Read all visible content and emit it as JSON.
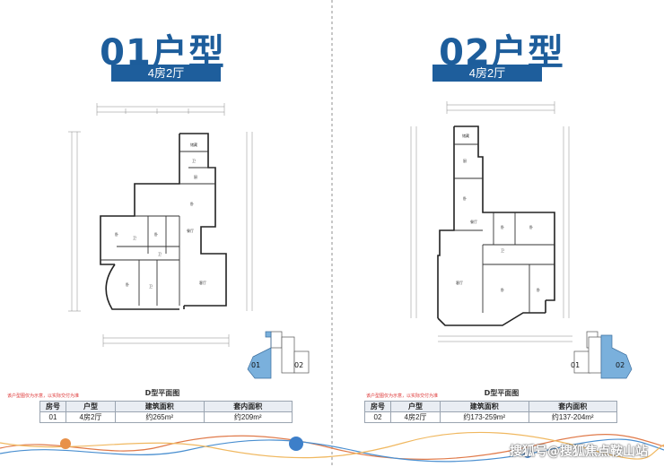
{
  "panels": [
    {
      "title": "01户型",
      "subtitle": "4房2厅",
      "plan_caption": "D型平面图",
      "note": "该户型图仅为示意，以实际交付为准",
      "table": {
        "headers": [
          "房号",
          "户型",
          "建筑面积",
          "套内面积"
        ],
        "row": [
          "01",
          "4房2厅",
          "约265m²",
          "约209m²"
        ]
      },
      "key_labels": [
        "01",
        "02"
      ],
      "highlight": "01"
    },
    {
      "title": "02户型",
      "subtitle": "4房2厅",
      "plan_caption": "D型平面图",
      "note": "该户型图仅为示意，以实际交付为准",
      "table": {
        "headers": [
          "房号",
          "户型",
          "建筑面积",
          "套内面积"
        ],
        "row": [
          "02",
          "4房2厅",
          "约173-259m²",
          "约137-204m²"
        ]
      },
      "key_labels": [
        "01",
        "02"
      ],
      "highlight": "02"
    }
  ],
  "watermark": "搜狐号@搜狐焦点鞍山站",
  "colors": {
    "title": "#1d5d9b",
    "bar": "#1e5e9c",
    "key_highlight": "#7ab0dc"
  }
}
